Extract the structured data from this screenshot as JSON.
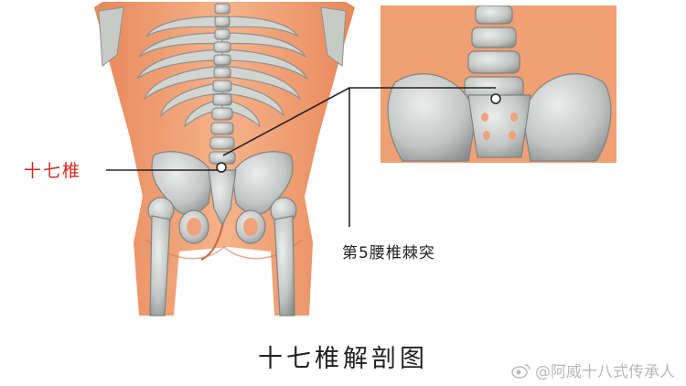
{
  "labels": {
    "point_label": "十七椎",
    "point_color": "#d6281e",
    "callout_label": "第5腰椎棘突",
    "caption": "十七椎解剖图"
  },
  "watermark": {
    "icon": "weibo-icon",
    "text": "@阿威十八式传承人"
  },
  "colors": {
    "skin": "#f2a273",
    "skin_dark": "#e07d4e",
    "bone": "#c9cbc8",
    "bone_shadow": "#8d918f",
    "line": "#222222"
  }
}
